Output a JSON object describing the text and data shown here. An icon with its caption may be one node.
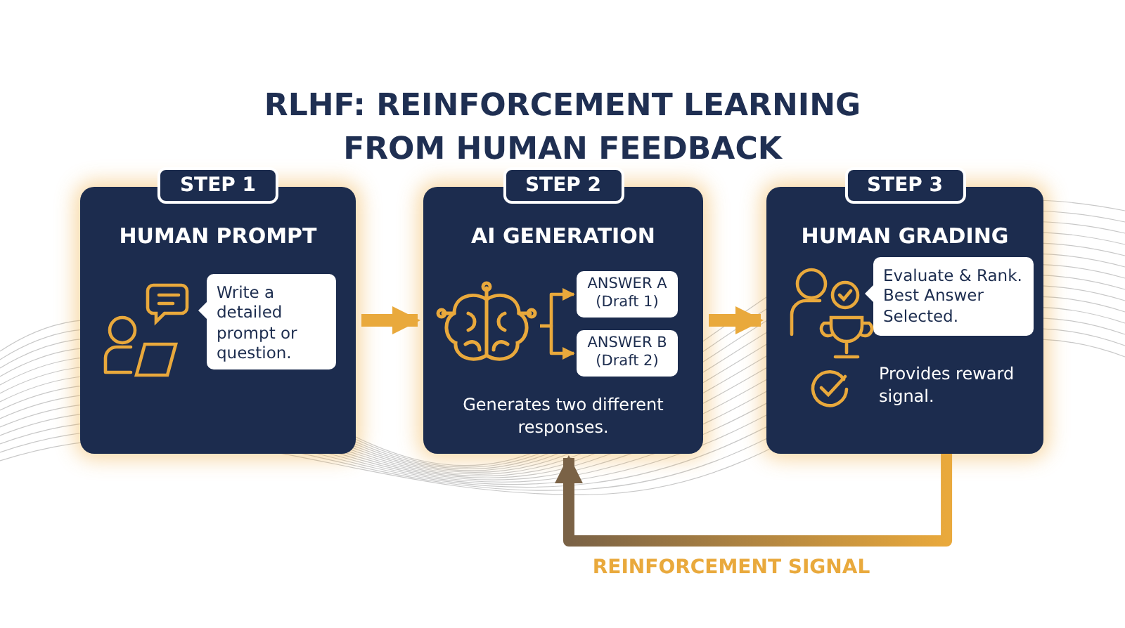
{
  "diagram": {
    "title": "RLHF: REINFORCEMENT LEARNING FROM HUMAN FEEDBACK",
    "nodes": [
      {
        "text": [
          "STEP 1",
          "HUMAN PROMPT"
        ]
      },
      {
        "text": [
          "Write a detailed prompt or question."
        ],
        "in": 0
      },
      {
        "text": [
          "STEP 2",
          "AI GENERATION",
          "Generates two different responses."
        ]
      },
      {
        "text": [],
        "shape": "picture",
        "in": 2
      },
      {
        "text": [
          "ANSWER A (Draft 1)"
        ],
        "in": 2
      },
      {
        "text": [
          "ANSWER B (Draft 2)"
        ],
        "in": 2
      },
      {
        "text": [
          "STEP 3",
          "HUMAN GRADING",
          "Provides reward signal."
        ]
      },
      {
        "text": [
          "Evaluate & Rank. Best Answer Selected."
        ],
        "in": 6
      }
    ],
    "edges": [
      {
        "from": 0,
        "to": 2,
        "arrow": "to",
        "style": "thick"
      },
      {
        "from": 2,
        "to": 6,
        "arrow": "to",
        "style": "thick"
      },
      {
        "from": 3,
        "to": 4,
        "arrow": "to"
      },
      {
        "from": 3,
        "to": 5,
        "arrow": "to"
      },
      {
        "from": 6,
        "to": 2,
        "arrow": "to",
        "style": "thick",
        "label": "REINFORCEMENT SIGNAL"
      }
    ]
  }
}
